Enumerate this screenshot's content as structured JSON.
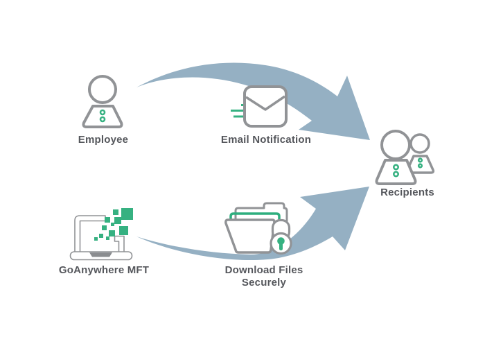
{
  "colors": {
    "background": "#FFFFFF",
    "arrow": "#95B0C3",
    "outline": "#919396",
    "accent": "#36B181",
    "accent_dark": "#2EAE7E",
    "notch": "#8A8C8F",
    "label": "#55575C"
  },
  "nodes": {
    "employee": {
      "label": "Employee",
      "icon": "person-icon"
    },
    "email_notification": {
      "label": "Email Notification",
      "icon": "envelope-speed-icon"
    },
    "recipients": {
      "label": "Recipients",
      "icon": "people-icon"
    },
    "goanywhere_mft": {
      "label": "GoAnywhere MFT",
      "icon": "laptop-upload-icon"
    },
    "download_files": {
      "label_line1": "Download Files",
      "label_line2": "Securely",
      "icon": "folder-lock-icon"
    }
  },
  "arrows": [
    {
      "name": "employee-to-recipients",
      "from": "employee",
      "via": "email_notification",
      "to": "recipients"
    },
    {
      "name": "goanywhere-to-recipients",
      "from": "goanywhere_mft",
      "via": "download_files",
      "to": "recipients"
    }
  ]
}
